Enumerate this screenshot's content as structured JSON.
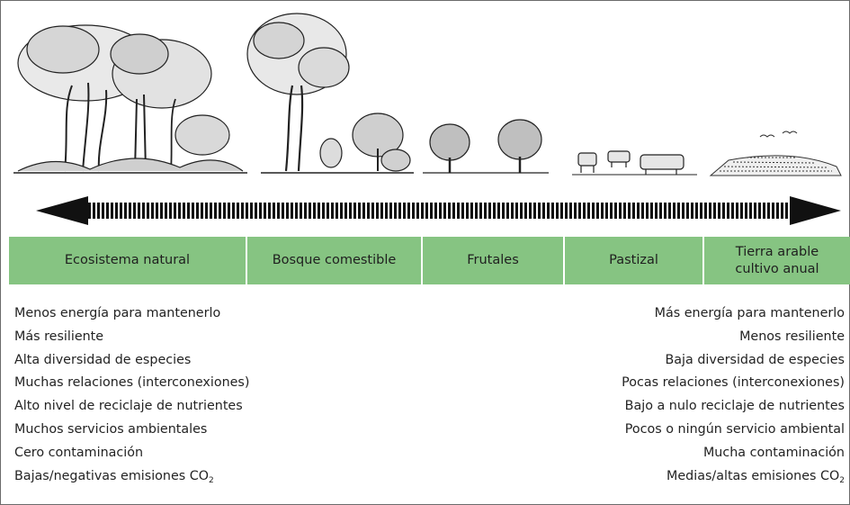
{
  "spectrum": [
    {
      "label": "Ecosistema natural",
      "icon": "forest-icon"
    },
    {
      "label": "Bosque comestible",
      "icon": "food-forest-icon"
    },
    {
      "label": "Frutales",
      "icon": "fruit-tree-icon"
    },
    {
      "label": "Pastizal",
      "icon": "livestock-icon"
    },
    {
      "label": "Tierra arable cultivo anual",
      "icon": "plowed-field-icon"
    }
  ],
  "left_list": {
    "items": [
      "Menos energía para mantenerlo",
      "Más resiliente",
      "Alta diversidad de especies",
      "Muchas relaciones (interconexiones)",
      "Alto nivel de reciclaje de nutrientes",
      "Muchos servicios ambientales",
      "Cero contaminación"
    ],
    "last_prefix": "Bajas/negativas emisiones CO",
    "last_sub": "2"
  },
  "right_list": {
    "items": [
      "Más energía para mantenerlo",
      "Menos resiliente",
      "Baja diversidad de especies",
      "Pocas relaciones (interconexiones)",
      "Bajo a nulo reciclaje de nutrientes",
      "Pocos o ningún servicio ambiental",
      "Mucha contaminación"
    ],
    "last_prefix": "Medias/altas emisiones CO",
    "last_sub": "2"
  },
  "colors": {
    "band": "#86c482",
    "arrow": "#111111",
    "ink": "#222222"
  }
}
